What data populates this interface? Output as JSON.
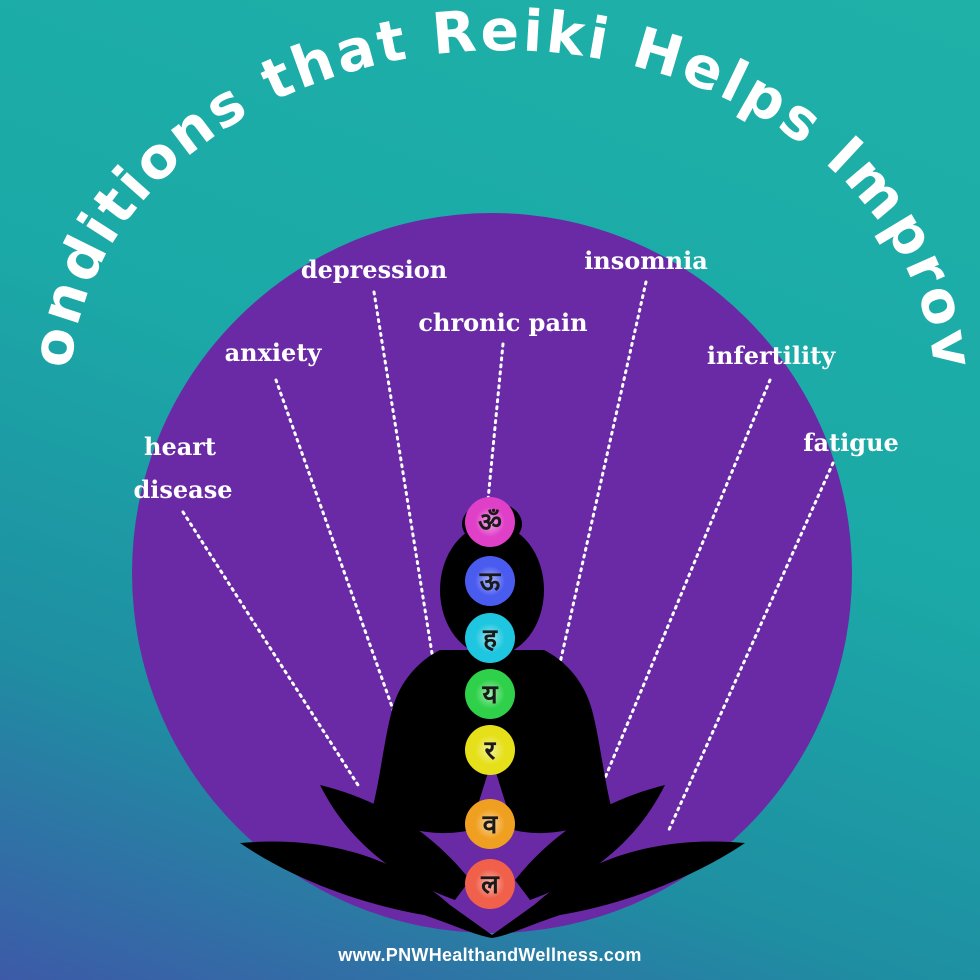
{
  "title": "Conditions that Reiki Helps Improve",
  "conditions": {
    "heart_disease_line1": "heart",
    "heart_disease_line2": "disease",
    "anxiety": "anxiety",
    "depression": "depression",
    "chronic_pain": "chronic pain",
    "insomnia": "insomnia",
    "infertility": "infertility",
    "fatigue": "fatigue"
  },
  "chakras": [
    {
      "glyph": "ॐ",
      "color": "#e040c8"
    },
    {
      "glyph": "ऊ",
      "color": "#4a5cf0"
    },
    {
      "glyph": "ह",
      "color": "#1ec6e0"
    },
    {
      "glyph": "य",
      "color": "#2fd04a"
    },
    {
      "glyph": "र",
      "color": "#e6e01a"
    },
    {
      "glyph": "व",
      "color": "#f0a020"
    },
    {
      "glyph": "ल",
      "color": "#f0604a"
    }
  ],
  "colors": {
    "background": "#1fb1a8",
    "circle": "#6a2aa6",
    "silhouette": "#000000",
    "text": "#ffffff"
  },
  "footer": {
    "url": "www.PNWHealthandWellness.com"
  }
}
